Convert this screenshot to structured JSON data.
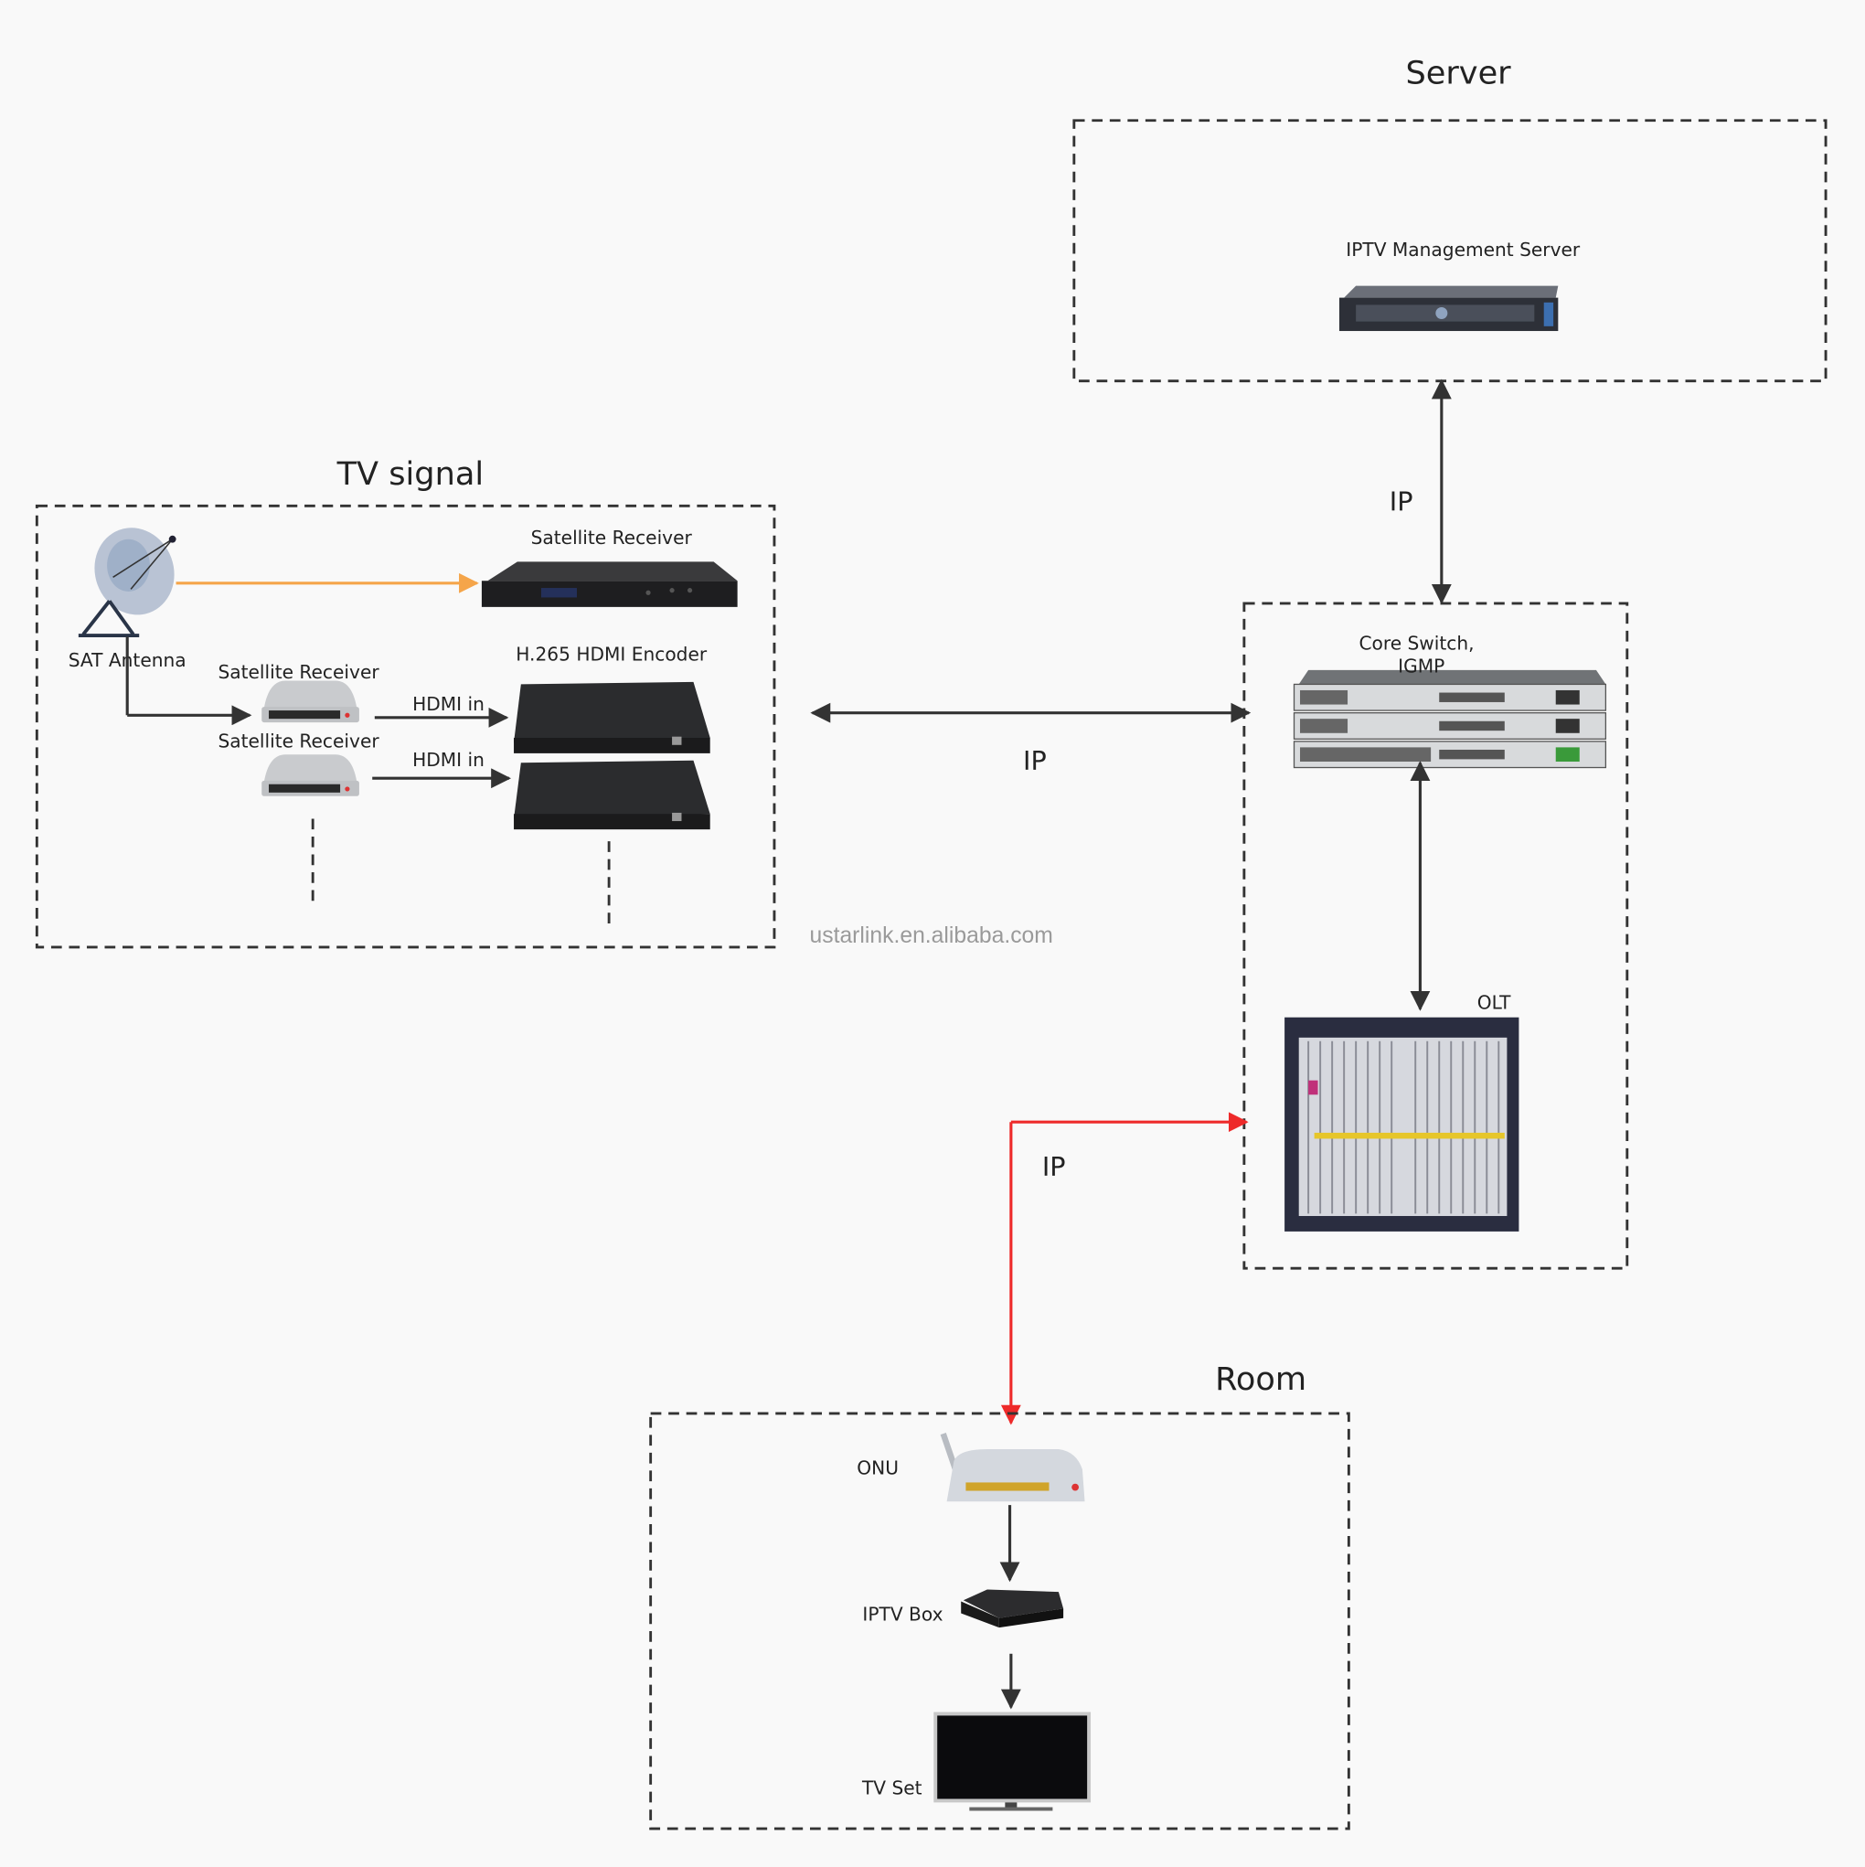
{
  "groups": {
    "server": {
      "title": "Server",
      "device": "IPTV Management Server"
    },
    "tv_signal": {
      "title": "TV signal",
      "antenna": "SAT Antenna",
      "main_receiver": "Satellite Receiver",
      "receiver_1": "Satellite Receiver",
      "receiver_2": "Satellite Receiver",
      "encoder": "H.265 HDMI Encoder",
      "hdmi_1": "HDMI in",
      "hdmi_2": "HDMI in"
    },
    "core": {
      "switch_line1": "Core Switch,",
      "switch_line2": "IGMP",
      "olt": "OLT"
    },
    "room": {
      "title": "Room",
      "onu": "ONU",
      "iptv_box": "IPTV Box",
      "tv": "TV Set"
    }
  },
  "links": {
    "server_core": "IP",
    "signal_core": "IP",
    "olt_room": "IP"
  },
  "watermark": "ustarlink.en.alibaba.com",
  "colors": {
    "line": "#333333",
    "orange_link": "#f5a54a",
    "red_link": "#ee2a2a",
    "watermark": "#9a9a9a"
  }
}
